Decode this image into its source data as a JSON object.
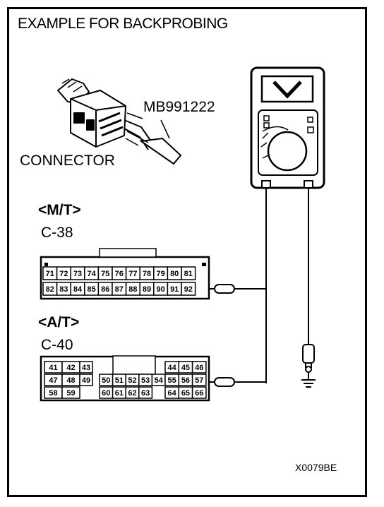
{
  "title": "EXAMPLE FOR BACKPROBING",
  "tool_label": "MB991222",
  "connector_label": "CONNECTOR",
  "mt_label": "<M/T>",
  "c38_label": "C-38",
  "at_label": "<A/T>",
  "c40_label": "C-40",
  "figure_code": "X0079BE",
  "c38": {
    "row1": [
      "71",
      "72",
      "73",
      "74",
      "75",
      "76",
      "77",
      "78",
      "79",
      "80",
      "81"
    ],
    "row2": [
      "82",
      "83",
      "84",
      "85",
      "86",
      "87",
      "88",
      "89",
      "90",
      "91",
      "92"
    ]
  },
  "c40": {
    "left_rows": [
      [
        "41",
        "42",
        "43"
      ],
      [
        "47",
        "48",
        "49"
      ],
      [
        "58",
        "59"
      ]
    ],
    "mid_row2": [
      "50",
      "51",
      "52",
      "53",
      "54"
    ],
    "mid_row3": [
      "60",
      "61",
      "62",
      "63"
    ],
    "right_rows": [
      [
        "44",
        "45",
        "46"
      ],
      [
        "55",
        "56",
        "57"
      ],
      [
        "64",
        "65",
        "66"
      ]
    ]
  }
}
